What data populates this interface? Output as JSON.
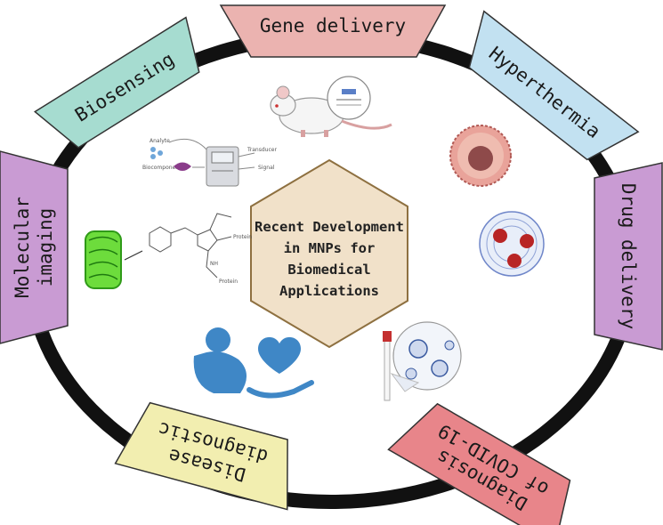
{
  "center": {
    "lines": [
      "Recent Development",
      "in MNPs for",
      "Biomedical",
      "Applications"
    ]
  },
  "segments": {
    "gene_delivery": {
      "label": "Gene delivery",
      "color": "#ebb3b0"
    },
    "hyperthermia": {
      "label": "Hyperthermia",
      "color": "#c2e1f1"
    },
    "drug_delivery": {
      "label": "Drug delivery",
      "color": "#c99bd3"
    },
    "covid": {
      "label_line1": "Diagnosis",
      "label_line2": "of COVID-19",
      "color": "#e8858a"
    },
    "disease": {
      "label_line1": "Disease",
      "label_line2": "diagnostic",
      "color": "#f2eeb0"
    },
    "molecular": {
      "label_line1": "Molecular",
      "label_line2": "imaging",
      "color": "#c99bd3"
    },
    "biosensing": {
      "label": "Biosensing",
      "color": "#a6dcd0"
    }
  },
  "biosensor": {
    "analyte": "Analyte",
    "bio": "Biocomponent",
    "transducer": "Transducer",
    "signal": "Signal"
  },
  "molecule": {
    "label1": "Protein",
    "label2": "NH",
    "label3": "Protein"
  },
  "icons": [
    "mouse-icon",
    "tumor-cell-icon",
    "nanoparticle-cluster-icon",
    "virus-magnifier-icon",
    "care-heart-icon",
    "green-fluorescent-protein-icon",
    "biosensor-device-icon"
  ],
  "colors": {
    "ring": "#111111",
    "hexagon": "#f1e1c9",
    "hexagon_border": "#8e7040"
  }
}
